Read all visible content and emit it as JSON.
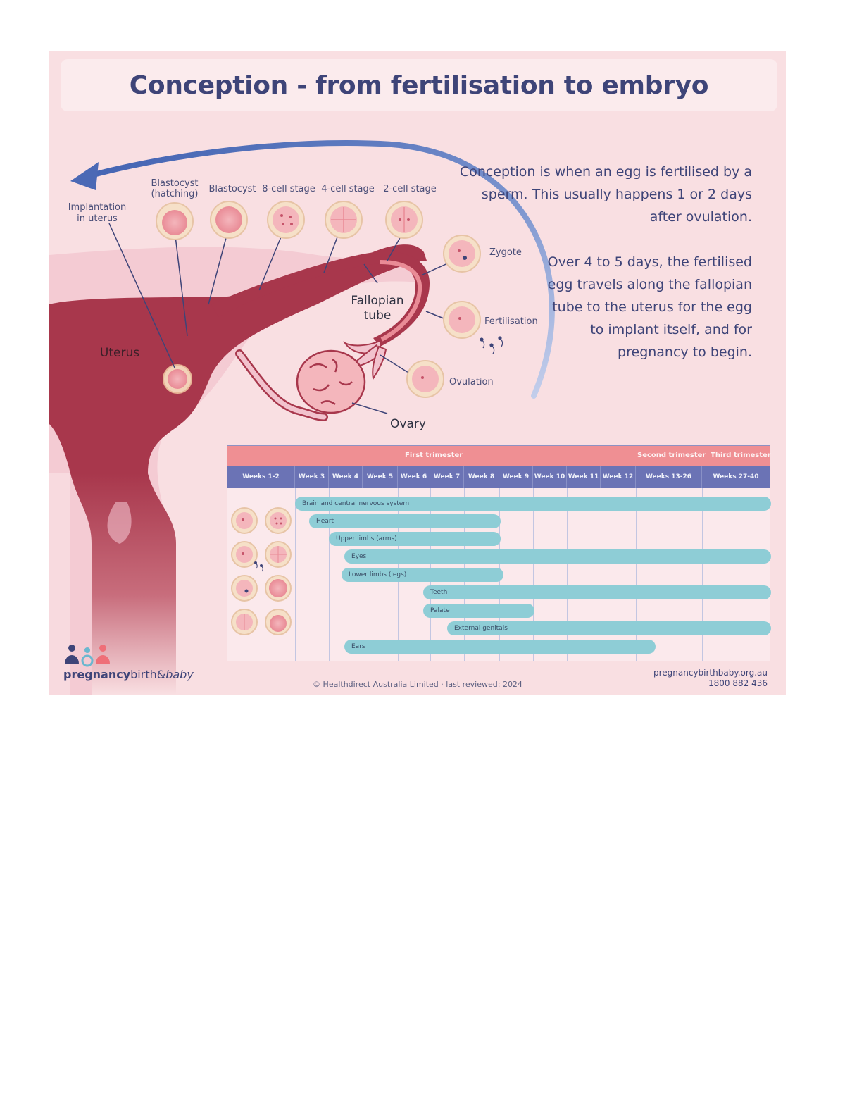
{
  "title": "Conception - from fertilisation to embryo",
  "stages": {
    "blastocyst_hatching_line1": "Blastocyst",
    "blastocyst_hatching_line2": "(hatching)",
    "blastocyst": "Blastocyst",
    "eight_cell": "8-cell stage",
    "four_cell": "4-cell stage",
    "two_cell": "2-cell stage",
    "zygote": "Zygote",
    "fertilisation": "Fertilisation",
    "ovulation": "Ovulation",
    "implantation_line1": "Implantation",
    "implantation_line2": "in uterus"
  },
  "anatomy": {
    "fallopian_line1": "Fallopian",
    "fallopian_line2": "tube",
    "uterus": "Uterus",
    "ovary": "Ovary"
  },
  "intro": {
    "paragraph1": "Conception is when an egg is fertilised by a sperm. This usually happens 1 or 2 days after ovulation.",
    "paragraph2": "Over 4 to 5 days, the fertilised egg travels along the fallopian tube to the uterus for the egg to implant itself, and for pregnancy to begin."
  },
  "timeline": {
    "trimesters": [
      "First trimester",
      "Second trimester",
      "Third trimester"
    ],
    "weeks": [
      "Weeks 1-2",
      "Week 3",
      "Week 4",
      "Week 5",
      "Week 6",
      "Week 7",
      "Week 8",
      "Week 9",
      "Week 10",
      "Week 11",
      "Week 12",
      "Weeks 13-26",
      "Weeks 27-40"
    ],
    "bars": [
      {
        "label": "Brain and central nervous system"
      },
      {
        "label": "Heart"
      },
      {
        "label": "Upper limbs (arms)"
      },
      {
        "label": "Eyes"
      },
      {
        "label": "Lower limbs (legs)"
      },
      {
        "label": "Teeth"
      },
      {
        "label": "Palate"
      },
      {
        "label": "External genitals"
      },
      {
        "label": "Ears"
      }
    ]
  },
  "footer": {
    "logo_bold": "pregnancy",
    "logo_regular": "birth&",
    "logo_italic": "baby",
    "copyright": "© Healthdirect Australia Limited · last reviewed: 2024",
    "website": "pregnancybirthbaby.org.au",
    "phone": "1800 882 436"
  },
  "colors": {
    "background": "#f9dfe2",
    "title_text": "#3e4478",
    "uterus": "#a8374c",
    "arrow": "#4b69b5",
    "bar": "#8ecdd6",
    "trimester_header": "#ef8f93",
    "week_header": "#6b73b5"
  },
  "icons": [
    "arrow-icon",
    "cell-icon",
    "sperm-icon",
    "logo-icon"
  ]
}
